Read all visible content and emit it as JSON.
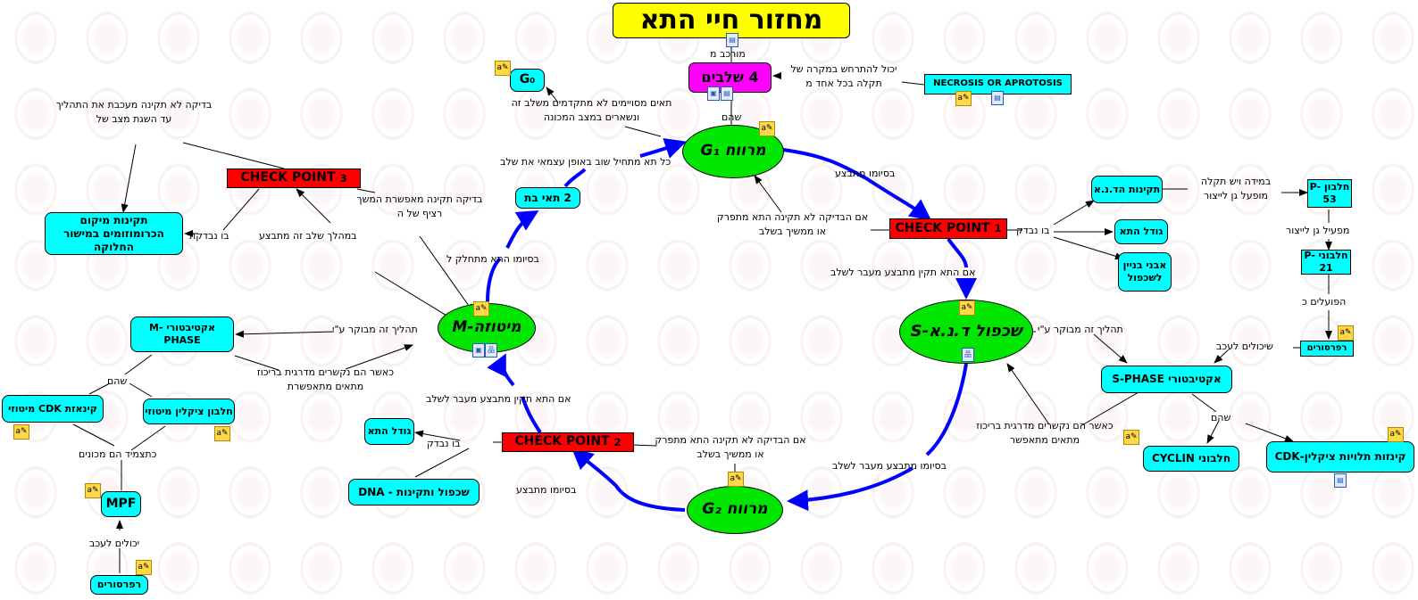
{
  "title": "מחזור חיי התא",
  "nodes": {
    "stages": "4 שלבים",
    "g0": "G₀",
    "necrosis": "NECROSIS OR APROTOSIS",
    "g1": "מרווח G₁",
    "daughters": "2 תאי בת",
    "cp3": "CHECK POINT",
    "cp3_num": "3",
    "chromosomes": "תקינות מיקום הכרומוזומים במישור החלוקה",
    "cp1": "CHECK POINT",
    "cp1_num": "1",
    "dna_integrity": "תקינות הד.נ.א",
    "cell_size_r": "גודל התא",
    "building_blocks": "אבני בניין לשכפול",
    "p53": "חלבון P-53",
    "p21": "חלבוני P-21",
    "repressors_r": "רפרסורים",
    "s": "שכפול ד.נ.א-S",
    "m": "מיטוזה-M",
    "m_activators": "אקטיבטורי M-PHASE",
    "cdk_mitotic": "קינאזת CDK מיטוזי",
    "cyclin_mitotic": "חלבון ציקלין מיטוזי",
    "mpf": "MPF",
    "repressors_l": "רפרסורים",
    "s_activators": "אקטיבטורי S-PHASE",
    "cyclin": "חלבוני CYCLIN",
    "cdk": "קינזות תלויות ציקלין-CDK",
    "cell_size_l": "גודל התא",
    "dna_repl": "שכפול ותקינות - DNA",
    "cp2": "CHECK POINT",
    "cp2_num": "2",
    "g2": "מרווח G₂"
  },
  "links": {
    "composed": "מורכב מ",
    "can_happen": "יכול להתרחש במקרה של תקלה בכל אחד מ",
    "cells_stop": "תאים מסויימים לא מתקדמים משלב זה ונשארים במצב המכונה",
    "which_are": "שהם",
    "each_cell": "כל תא מתחיל שוב באופן עצמאי את שלב",
    "at_end_done": "בסיומו מתבצע",
    "bad_check_stop": "בדיקה לא תקינה מעכבת את התהליך עד השגת מצב של",
    "good_check": "בדיקה תקינה מאפשרת המשך רציף של ה",
    "checked_3": "בו נבדקת",
    "during": "במהלך שלב זה מתבצע",
    "end_divides": "בסיומו התא מתחלק ל",
    "if_bad_1": "אם הבדיקה לא תקינה התא מתפרק או ממשיך בשלב",
    "checked_1": "בו נבדק",
    "if_ok_1": "אם התא תקין מתבצע מעבר לשלב",
    "if_fault": "במידה ויש תקלה מופעל גן לייצור",
    "activates_gene": "מפעיל גן לייצור",
    "acting_as": "הפועלים כ",
    "can_inhibit_r": "שיכולים לעכב",
    "controlled_s": "תהליך זה מבוקר ע\"י",
    "when_bound_s": "כאשר הם נקשרים מדרגית בריכוז מתאים מתאפשר",
    "which_are_s": "שהם",
    "controlled_m": "תהליך זה מבוקר ע\"י",
    "when_bound_m": "כאשר הם נקשרים מדרגית בריכוז מתאים מתאפשרת",
    "which_are_m": "שהם",
    "combined": "כתצמיד הם מכונים",
    "can_inhibit_l": "יכולים לעכב",
    "if_ok_2": "אם התא תקין מתבצע מעבר לשלב",
    "checked_2": "בו נבדק",
    "if_bad_2": "אם הבדיקה לא תקינה התא מתפרק או ממשיך בשלב",
    "end_done_2": "בסיומו מתבצע",
    "end_move": "בסיומו מתבצע מעבר לשלב"
  },
  "colors": {
    "concept": "#00ffff",
    "phase": "#00e600",
    "checkpoint": "#ff0000",
    "title": "#ffff00",
    "stages": "#ff00ff",
    "cycle_arrow": "#0000ff"
  }
}
